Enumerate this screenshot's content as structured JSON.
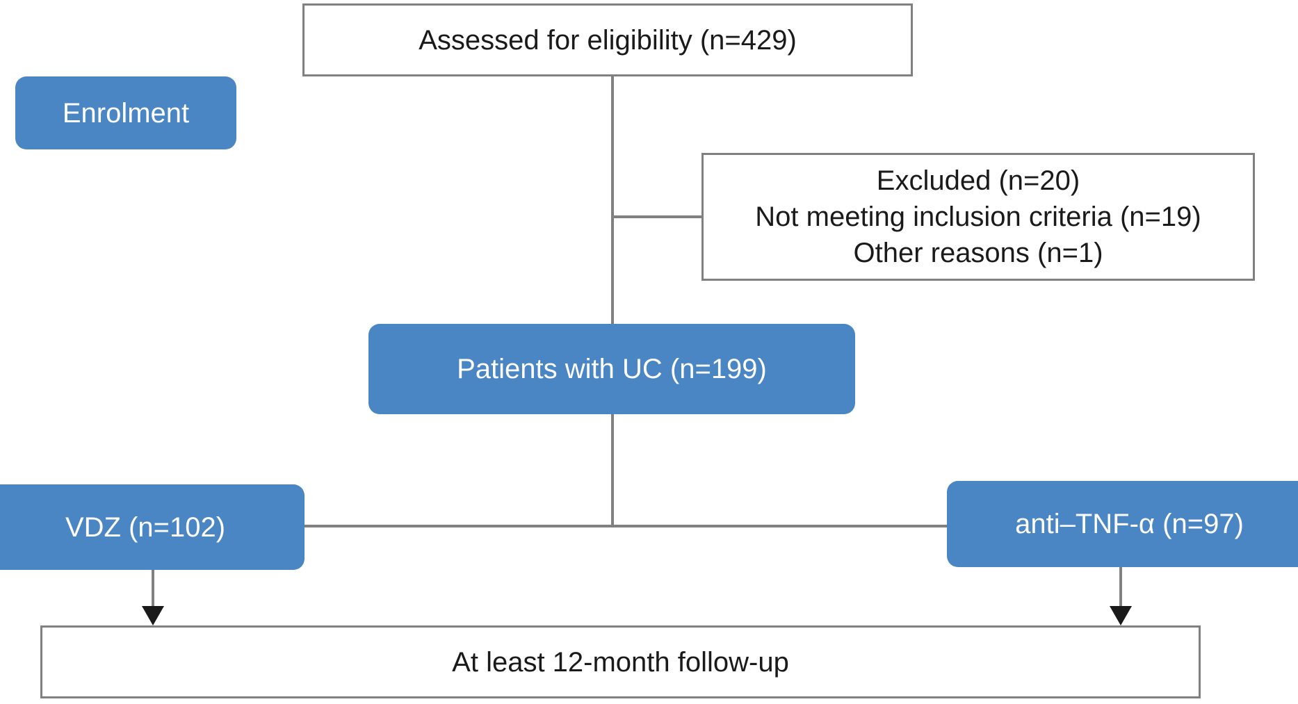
{
  "diagram": {
    "type": "consort-flow-diagram",
    "colors": {
      "box_blue": "#4a85c4",
      "box_border_gray": "#808080",
      "text_dark": "#1a1a1a",
      "text_light": "#ffffff",
      "connector_gray": "#808080",
      "arrow_black": "#1a1a1a",
      "background": "#ffffff"
    },
    "stage_labels": {
      "enrolment": "Enrolment"
    },
    "nodes": {
      "assessed": {
        "label": "Assessed for eligibility (n=429)",
        "count": 429,
        "style": "white-box"
      },
      "excluded": {
        "label": "Excluded (n=20)\nNot meeting inclusion criteria (n=19)\nOther reasons (n=1)",
        "line1": "Excluded (n=20)",
        "line2": "Not meeting inclusion criteria (n=19)",
        "line3": "Other reasons (n=1)",
        "total_excluded": 20,
        "not_meeting_criteria": 19,
        "other_reasons": 1,
        "style": "white-box"
      },
      "patients_uc": {
        "label": "Patients with UC (n=199)",
        "count": 199,
        "style": "blue-box"
      },
      "vdz": {
        "label": "VDZ (n=102)",
        "count": 102,
        "style": "blue-box"
      },
      "anti_tnf": {
        "label": "anti–TNF-α (n=97)",
        "count": 97,
        "style": "blue-box"
      },
      "followup": {
        "label": "At least 12-month follow-up",
        "style": "white-box"
      }
    }
  }
}
